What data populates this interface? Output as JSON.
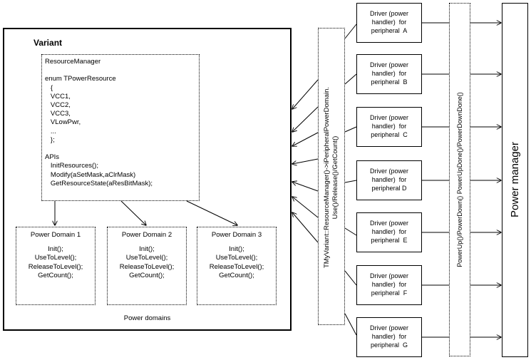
{
  "variant": {
    "title": "Variant",
    "footer": "Power domains"
  },
  "resource_manager": {
    "lines": [
      "ResourceManager",
      "",
      "enum TPowerResource",
      "   {",
      "   VCC1,",
      "   VCC2,",
      "   VCC3,",
      "   VLowPwr,",
      "   ...",
      "   };",
      "",
      "APIs",
      "   InitResources();",
      "   Modify(aSetMask,aClrMask)",
      "   GetResourceState(aResBitMask);"
    ]
  },
  "power_domains": [
    {
      "title": "Power Domain 1",
      "lines": [
        "Init();",
        "UseToLevel();",
        "ReleaseToLevel();",
        "GetCount();"
      ]
    },
    {
      "title": "Power Domain 2",
      "lines": [
        "Init();",
        "UseToLevel();",
        "ReleaseToLevel();",
        "GetCount();"
      ]
    },
    {
      "title": "Power Domain 3",
      "lines": [
        "Init();",
        "UseToLevel();",
        "ReleaseToLevel();",
        "GetCount();"
      ]
    }
  ],
  "interface_bar": {
    "line1": "TMyVariant::ResourceManager()->iPeripheralPowerDomain.",
    "line2": "Use()/Release()/GetCount()"
  },
  "drivers": [
    {
      "line1": "Driver (power",
      "line2": "handler)  for",
      "line3": "peripheral  A"
    },
    {
      "line1": "Driver (power",
      "line2": "handler)  for",
      "line3": "peripheral  B"
    },
    {
      "line1": "Driver (power",
      "line2": "handler)  for",
      "line3": "peripheral  C"
    },
    {
      "line1": "Driver (power",
      "line2": "handler)  for",
      "line3": "peripheral D"
    },
    {
      "line1": "Driver (power",
      "line2": "handler)  for",
      "line3": "peripheral  E"
    },
    {
      "line1": "Driver (power",
      "line2": "handler)  for",
      "line3": "peripheral  F"
    },
    {
      "line1": "Driver (power",
      "line2": "handler)  for",
      "line3": "peripheral  G"
    }
  ],
  "power_bar": {
    "label": "PowerUp()/PowerDown()  PowerUpDone()/PowerDownDone()"
  },
  "power_manager": {
    "label": "Power manager"
  }
}
